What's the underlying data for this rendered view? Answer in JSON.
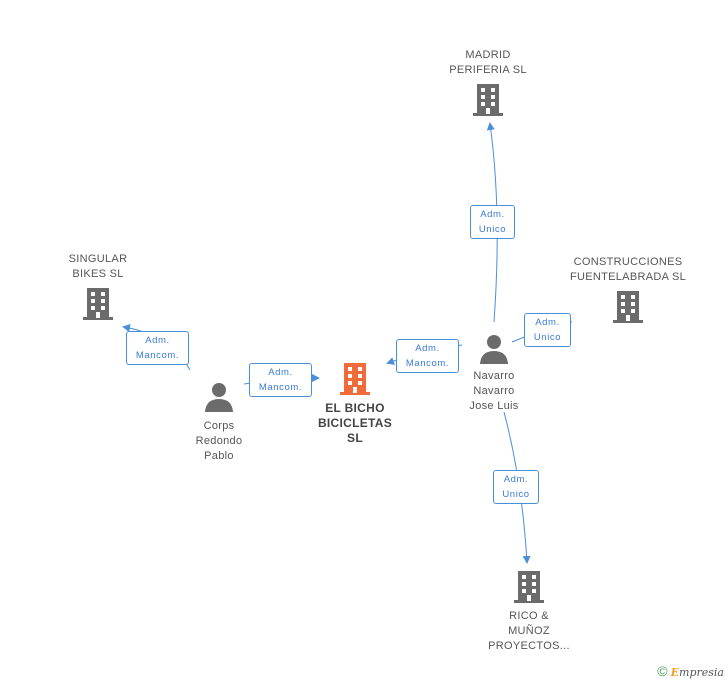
{
  "nodes": {
    "madrid": {
      "label": "MADRID\nPERIFERIA SL",
      "icon": "building-icon"
    },
    "singular": {
      "label": "SINGULAR\nBIKES SL",
      "icon": "building-icon"
    },
    "construcciones": {
      "label": "CONSTRUCCIONES\nFUENTELABRADA SL",
      "icon": "building-icon"
    },
    "bicho": {
      "label": "EL BICHO\nBICICLETAS\nSL",
      "icon": "building-icon",
      "color": "#f26b3a"
    },
    "corps": {
      "label": "Corps\nRedondo\nPablo",
      "icon": "person-icon"
    },
    "navarro": {
      "label": "Navarro\nNavarro\nJose Luis",
      "icon": "person-icon"
    },
    "rico": {
      "label": "RICO &\nMUÑOZ\nPROYECTOS...",
      "icon": "building-icon"
    }
  },
  "edges": {
    "navarro_madrid": "Adm.\nUnico",
    "corps_singular": "Adm.\nMancom.",
    "corps_bicho": "Adm.\nMancom.",
    "navarro_bicho": "Adm.\nMancom.",
    "navarro_construcciones": "Adm.\nUnico",
    "navarro_rico": "Adm.\nUnico"
  },
  "colors": {
    "edge": "#4a90d9",
    "icon": "#6b6b6b",
    "main": "#f26b3a"
  },
  "footer": {
    "copyright": "©",
    "brand_e": "E",
    "brand_rest": "mpresia"
  }
}
